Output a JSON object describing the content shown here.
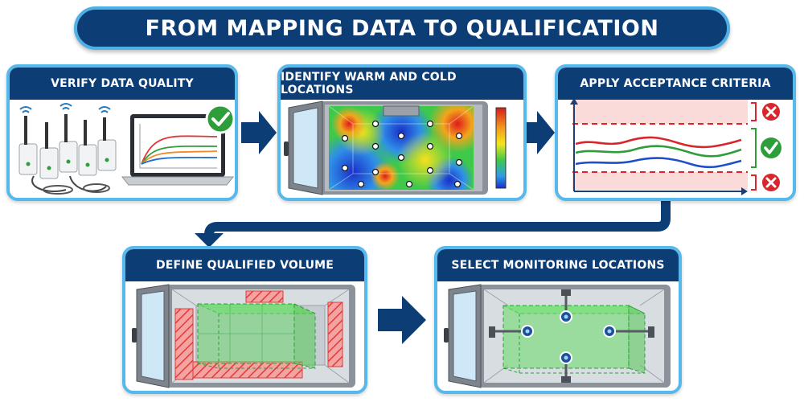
{
  "title": "FROM MAPPING DATA TO QUALIFICATION",
  "panels": [
    {
      "label": "VERIFY DATA QUALITY"
    },
    {
      "label": "IDENTIFY WARM AND COLD LOCATIONS"
    },
    {
      "label": "APPLY ACCEPTANCE CRITERIA"
    },
    {
      "label": "DEFINE QUALIFIED VOLUME"
    },
    {
      "label": "SELECT MONITORING LOCATIONS"
    }
  ],
  "colors": {
    "navy": "#0d3d75",
    "accent": "#57b8ec",
    "pass": "#2e9e3a",
    "fail": "#d9262c",
    "qualified_green": "#5ed35e",
    "excluded_red": "#e53935"
  },
  "icons": [
    "check-icon",
    "fail-x-icon",
    "wifi-icon",
    "flow-arrow-icon"
  ]
}
